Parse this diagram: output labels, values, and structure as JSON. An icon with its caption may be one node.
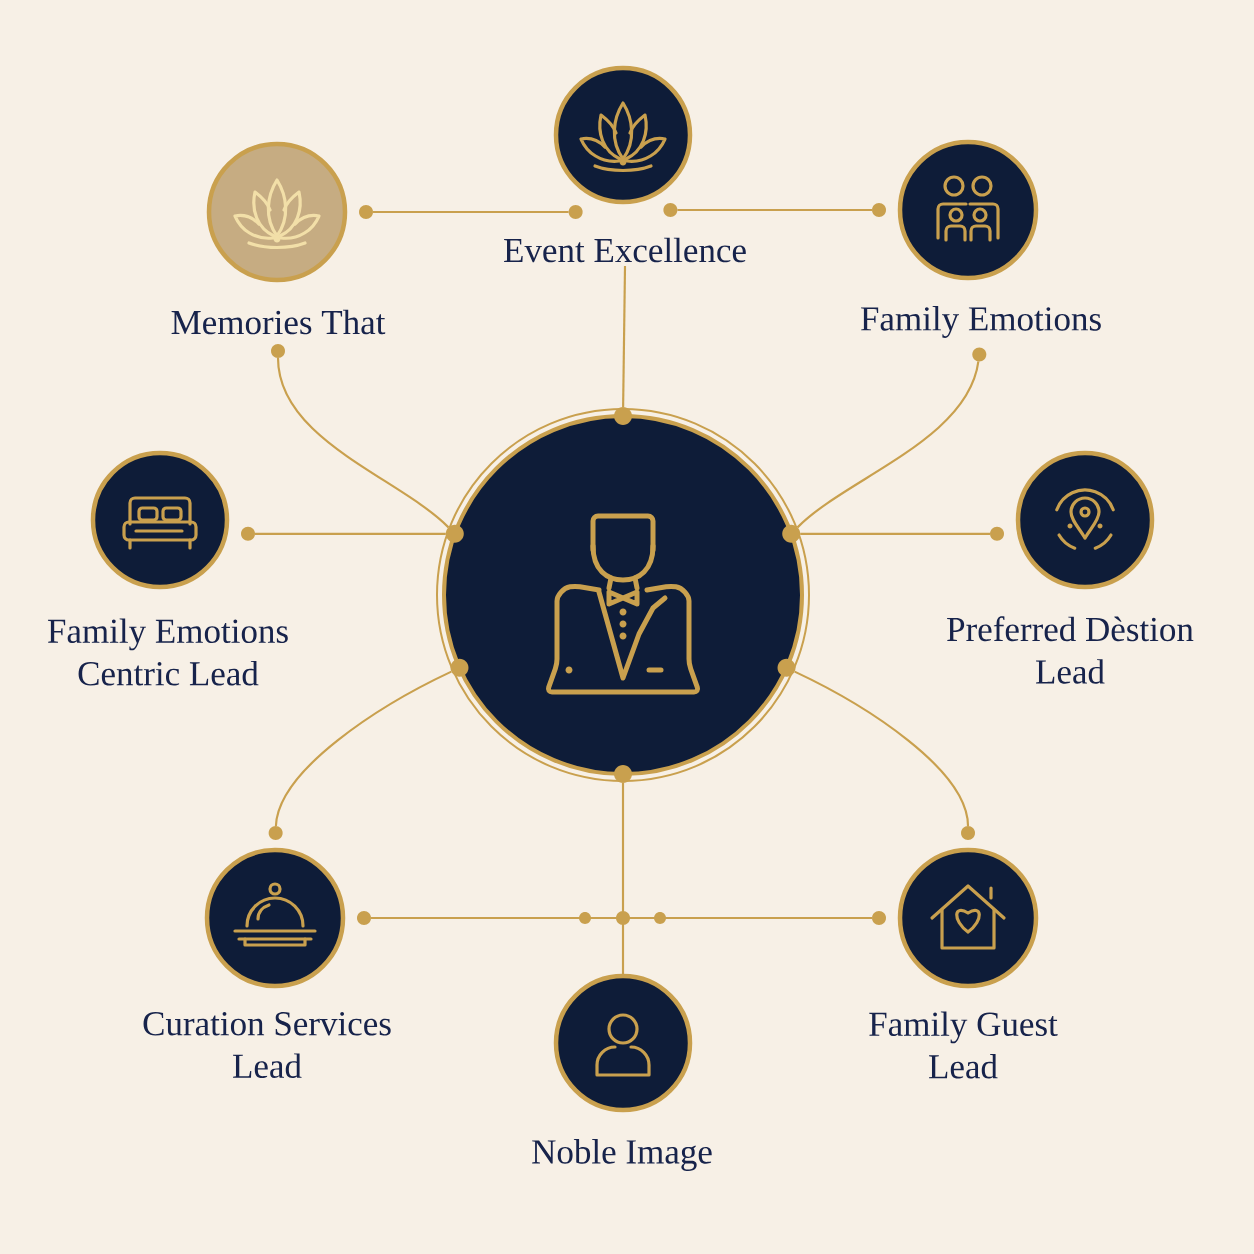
{
  "diagram": {
    "nodes": [
      {
        "text": [
          "Event Excellence"
        ]
      },
      {
        "text": [
          "Memories That"
        ]
      },
      {
        "text": [
          "Family Emotions"
        ]
      },
      {
        "text": [],
        "shape": "circle"
      },
      {
        "text": [
          "Family Emotions Centric Lead"
        ]
      },
      {
        "text": [
          "Preferred Dèstion Lead"
        ]
      },
      {
        "text": [
          "Curation Services Lead"
        ]
      },
      {
        "text": [
          "Family Guest Lead"
        ]
      },
      {
        "text": [
          "Noble Image"
        ]
      }
    ],
    "edges": [
      {
        "from": 1,
        "to": 0,
        "arrow": "other"
      },
      {
        "from": 0,
        "to": 2,
        "arrow": "other"
      },
      {
        "from": 0,
        "to": 3,
        "arrow": "other"
      },
      {
        "from": 1,
        "to": 3,
        "arrow": "other"
      },
      {
        "from": 2,
        "to": 3,
        "arrow": "other"
      },
      {
        "from": 4,
        "to": 3,
        "arrow": "other"
      },
      {
        "from": 5,
        "to": 3,
        "arrow": "other"
      },
      {
        "from": 3,
        "to": 6,
        "arrow": "other"
      },
      {
        "from": 3,
        "to": 7,
        "arrow": "other"
      },
      {
        "from": 3,
        "to": 8,
        "arrow": "other"
      },
      {
        "from": 6,
        "to": 7,
        "arrow": "other"
      }
    ]
  }
}
